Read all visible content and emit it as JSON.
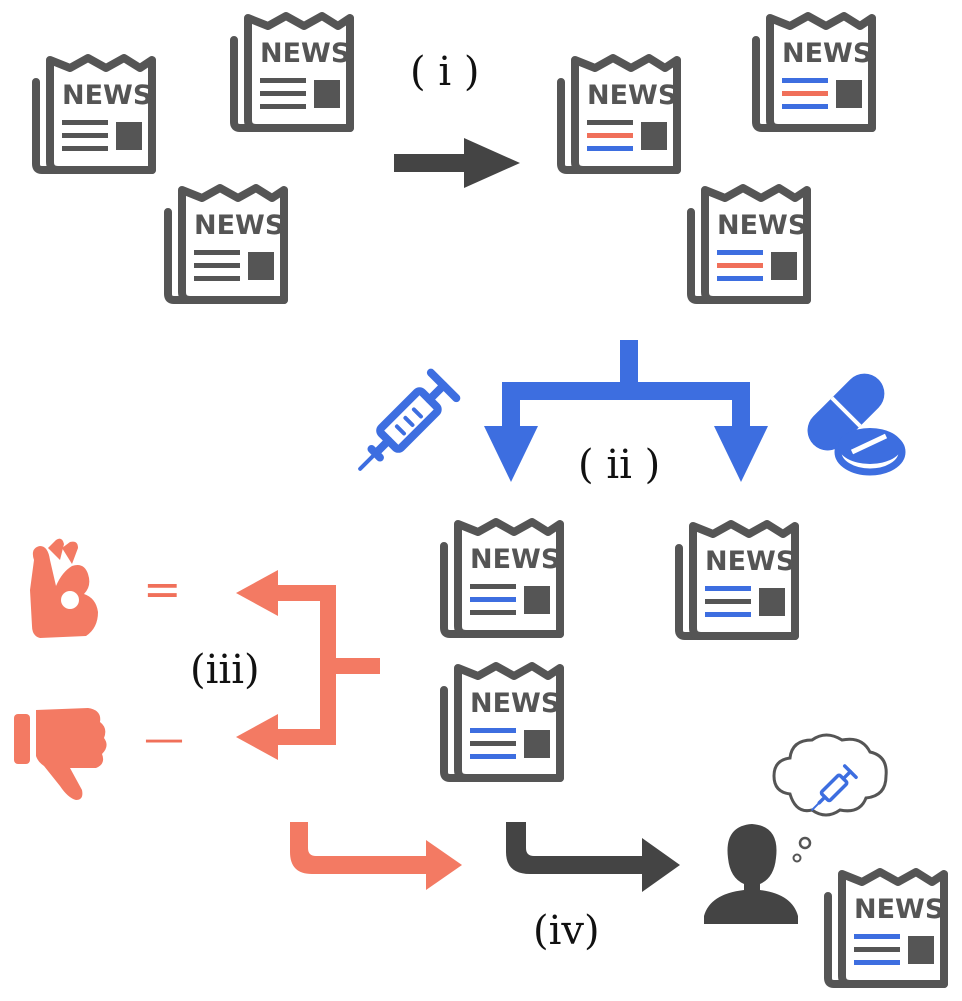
{
  "newspaper": {
    "masthead": "NEWS"
  },
  "steps": {
    "i": "( i )",
    "ii": "( ii )",
    "iii": "(iii)",
    "iv": "(iv)"
  },
  "feedback": {
    "equal_sign": "=",
    "minus_sign": "—"
  },
  "colors": {
    "dark": "#555555",
    "arrow_dark": "#444444",
    "blue": "#3d6ee0",
    "red": "#f0705a",
    "coral": "#f37a63"
  },
  "icons": [
    "newspaper-icon",
    "syringe-icon",
    "pill-icon",
    "ok-hand-icon",
    "thumbs-down-icon",
    "person-icon",
    "thought-bubble-icon"
  ]
}
